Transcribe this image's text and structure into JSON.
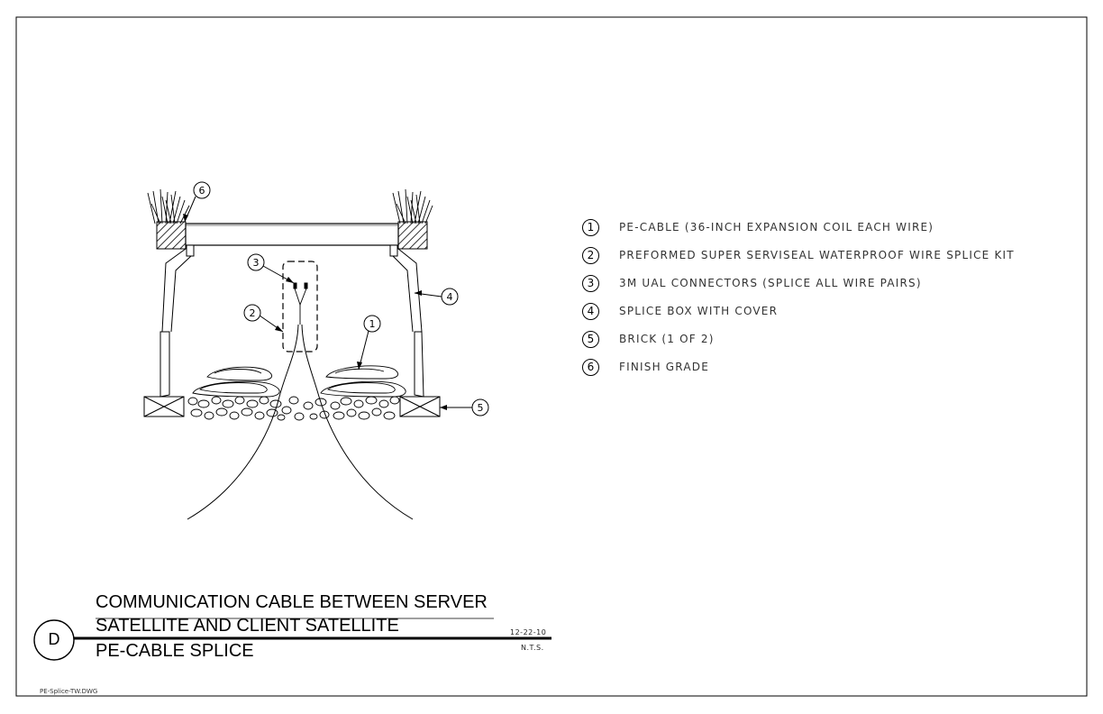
{
  "legend": [
    {
      "num": "1",
      "text": "PE-CABLE (36-INCH EXPANSION COIL EACH WIRE)"
    },
    {
      "num": "2",
      "text": "PREFORMED SUPER SERVISEAL WATERPROOF WIRE SPLICE KIT"
    },
    {
      "num": "3",
      "text": "3M UAL CONNECTORS (SPLICE ALL WIRE PAIRS)"
    },
    {
      "num": "4",
      "text": "SPLICE BOX WITH COVER"
    },
    {
      "num": "5",
      "text": "BRICK (1 OF 2)"
    },
    {
      "num": "6",
      "text": "FINISH GRADE"
    }
  ],
  "callouts": {
    "c1": "1",
    "c2": "2",
    "c3": "3",
    "c4": "4",
    "c5": "5",
    "c6": "6"
  },
  "title_block": {
    "detail_letter": "D",
    "line1": "COMMUNICATION CABLE BETWEEN SERVER",
    "line2": "SATELLITE AND CLIENT SATELLITE",
    "line3": "PE-CABLE SPLICE",
    "date": "12-22-10",
    "scale": "N.T.S."
  },
  "filename": "PE-Splice-TW.DWG"
}
